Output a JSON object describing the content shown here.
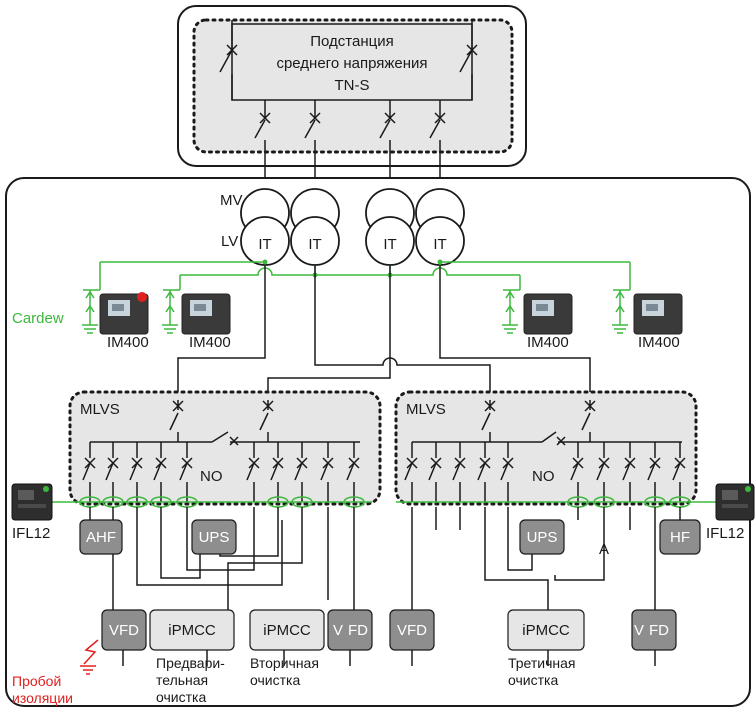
{
  "substation": {
    "title_lines": [
      "Подстанция",
      "среднего напряжения",
      "TN-S"
    ]
  },
  "transformers": {
    "mv_label": "MV",
    "lv_label": "LV",
    "winding_label": "IT"
  },
  "monitoring": {
    "cardew_label": "Cardew",
    "device_label": "IM400"
  },
  "switchboards": {
    "mlvs_label": "MLVS",
    "no_label": "NO"
  },
  "locators": {
    "device_label": "IFL12"
  },
  "loads": {
    "ahf": "AHF",
    "ups": "UPS",
    "hf": "HF",
    "a_label": "A",
    "vfd": "VFD",
    "vfd_split_v": "V",
    "vfd_split_fd": "FD",
    "ipmcc": "iPMCC"
  },
  "process_labels": {
    "pre": [
      "Предвари-",
      "тельная",
      "очистка"
    ],
    "secondary": [
      "Вторичная",
      "очистка"
    ],
    "tertiary": [
      "Третичная",
      "очистка"
    ]
  },
  "fault_label": [
    "Пробой",
    "изоляции"
  ],
  "colors": {
    "monitor_green": "#3db83d",
    "fault_red": "#e02020",
    "box_fill": "#8e8e8e",
    "panel_fill": "#e6e6e6",
    "line": "#1a1a1a"
  }
}
